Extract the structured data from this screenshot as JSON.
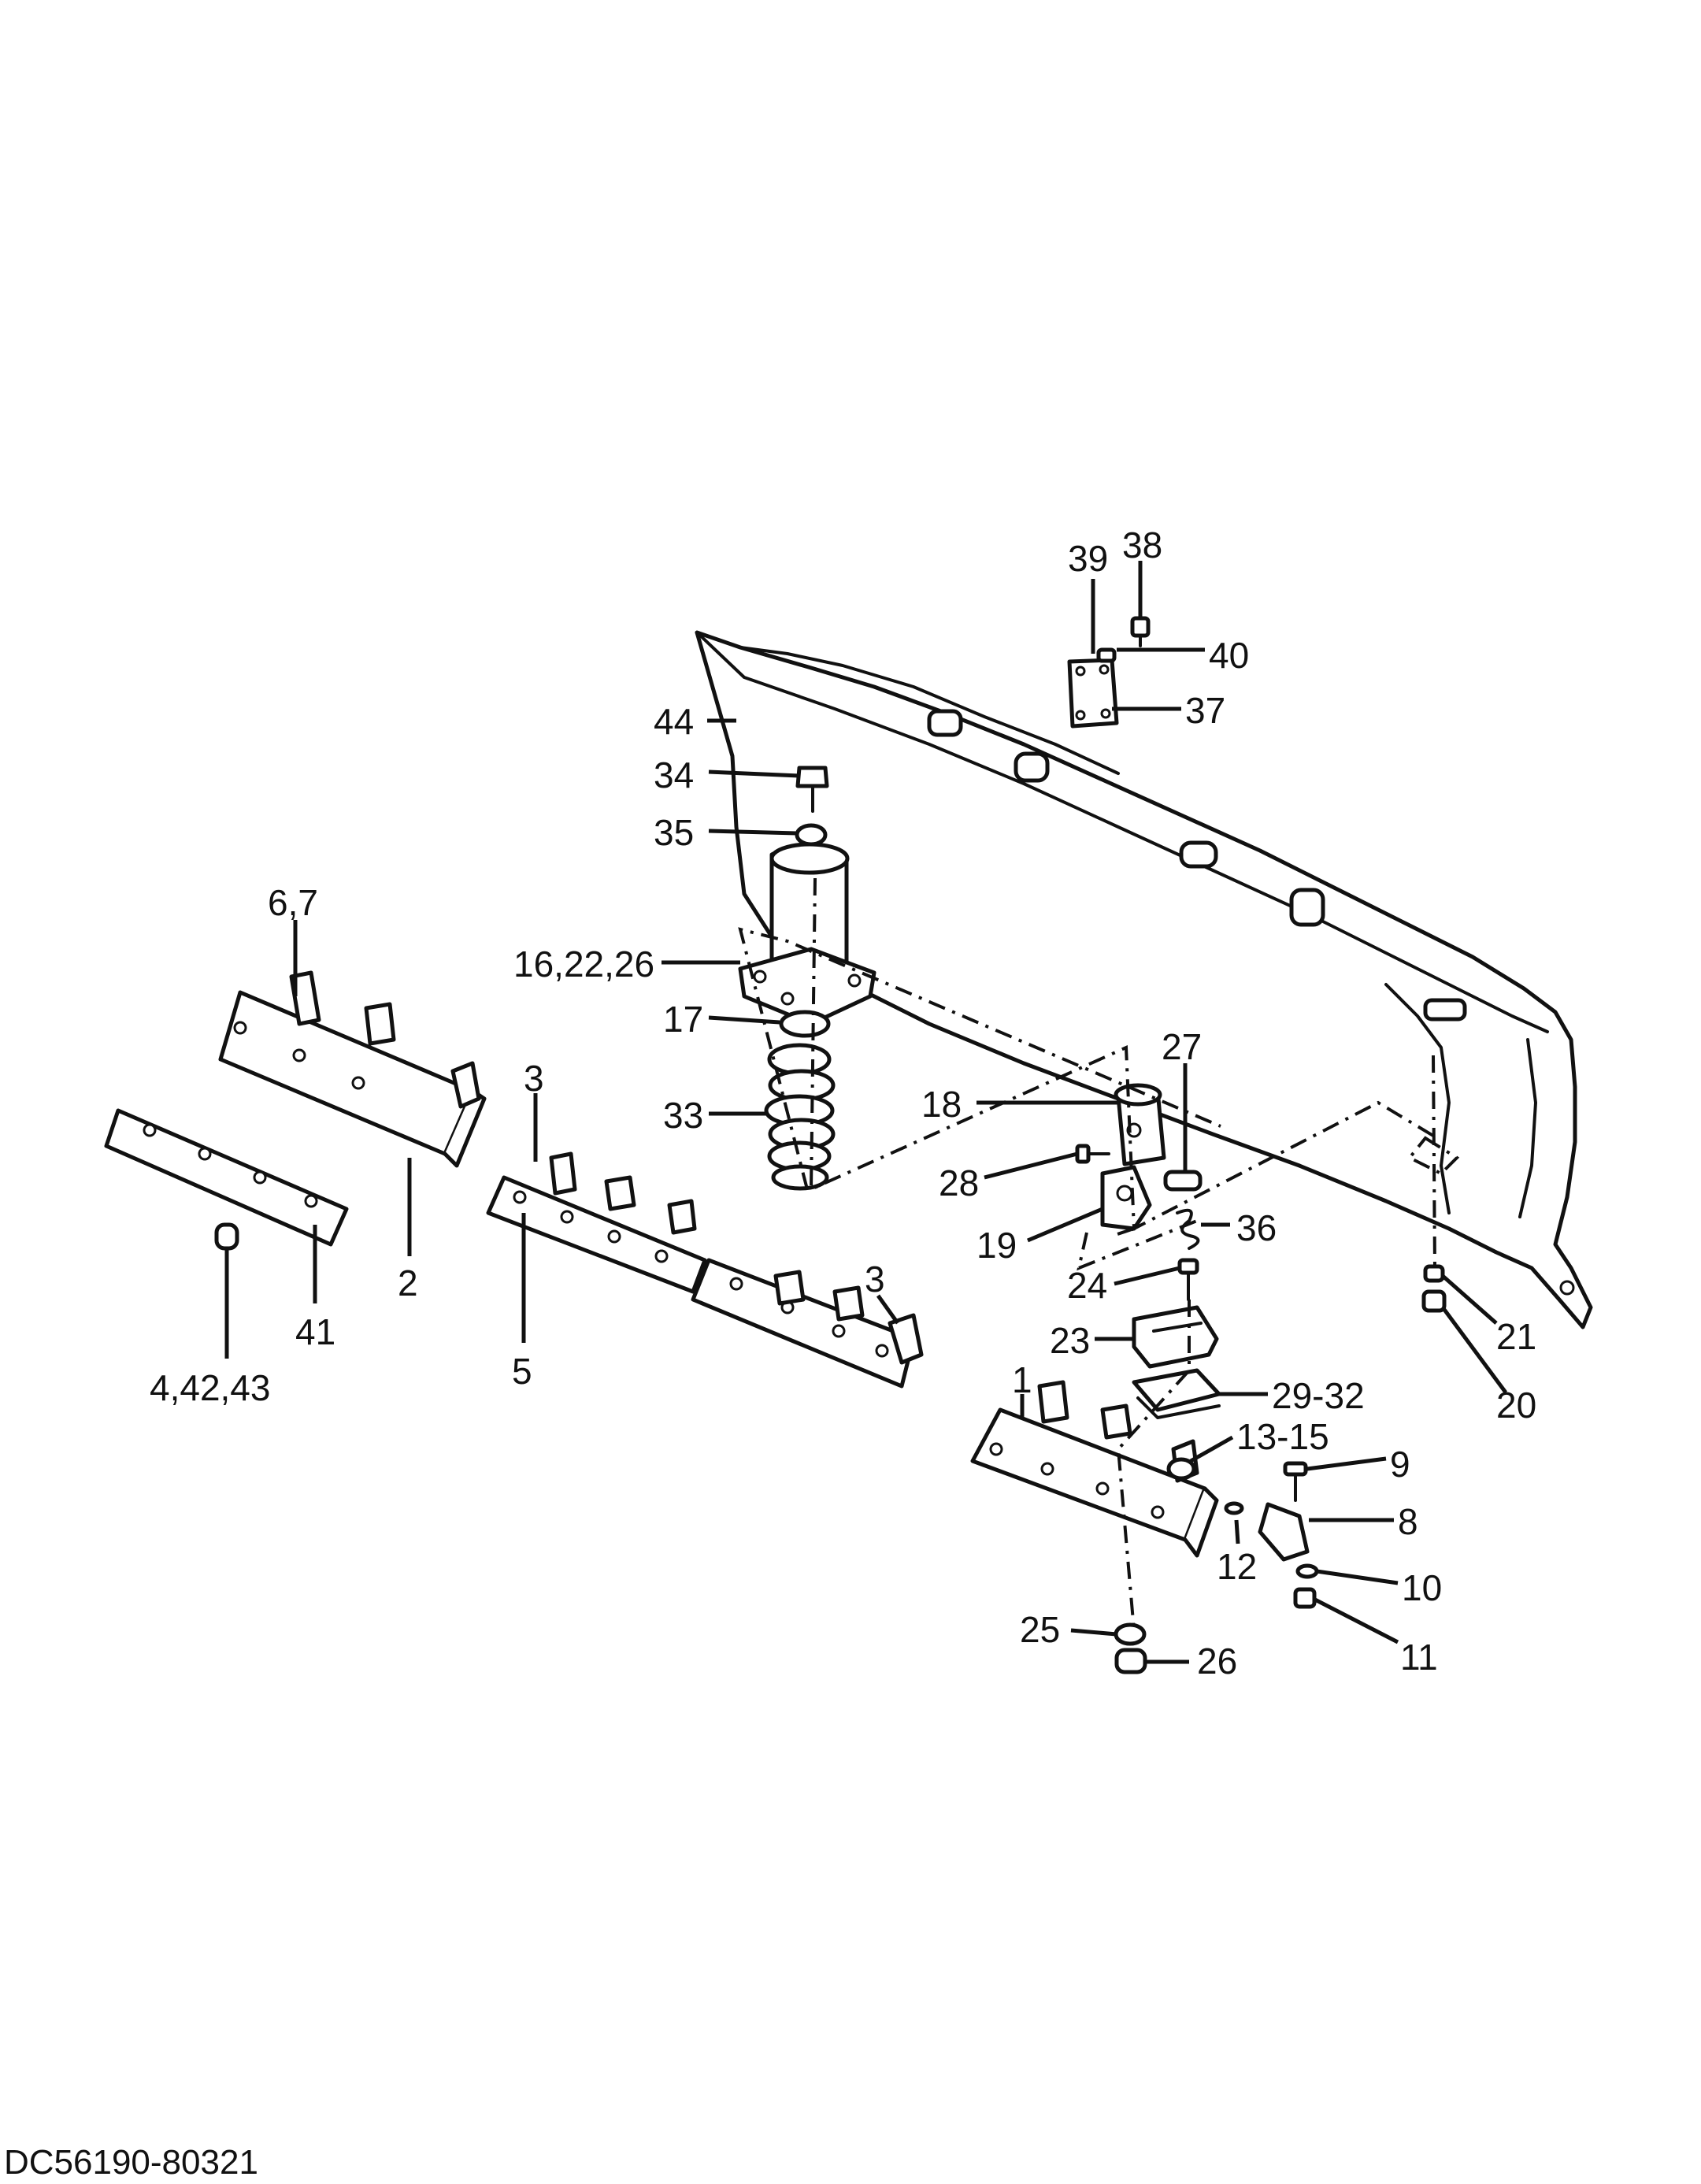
{
  "document_code": "DC56190-80321",
  "callouts": [
    {
      "id": "c38",
      "label": "38"
    },
    {
      "id": "c39",
      "label": "39"
    },
    {
      "id": "c40",
      "label": "40"
    },
    {
      "id": "c37",
      "label": "37"
    },
    {
      "id": "c44",
      "label": "44"
    },
    {
      "id": "c34",
      "label": "34"
    },
    {
      "id": "c35",
      "label": "35"
    },
    {
      "id": "c67",
      "label": "6,7"
    },
    {
      "id": "c162226",
      "label": "16,22,26"
    },
    {
      "id": "c17",
      "label": "17"
    },
    {
      "id": "c27",
      "label": "27"
    },
    {
      "id": "c18",
      "label": "18"
    },
    {
      "id": "c33",
      "label": "33"
    },
    {
      "id": "c3a",
      "label": "3"
    },
    {
      "id": "c28",
      "label": "28"
    },
    {
      "id": "c36",
      "label": "36"
    },
    {
      "id": "c19",
      "label": "19"
    },
    {
      "id": "c2",
      "label": "2"
    },
    {
      "id": "c41",
      "label": "41"
    },
    {
      "id": "c3b",
      "label": "3"
    },
    {
      "id": "c24",
      "label": "24"
    },
    {
      "id": "c21",
      "label": "21"
    },
    {
      "id": "c23",
      "label": "23"
    },
    {
      "id": "c444243",
      "label": "4,42,43"
    },
    {
      "id": "c5",
      "label": "5"
    },
    {
      "id": "c20",
      "label": "20"
    },
    {
      "id": "c1",
      "label": "1"
    },
    {
      "id": "c2932",
      "label": "29-32"
    },
    {
      "id": "c1315",
      "label": "13-15"
    },
    {
      "id": "c9",
      "label": "9"
    },
    {
      "id": "c8",
      "label": "8"
    },
    {
      "id": "c12",
      "label": "12"
    },
    {
      "id": "c10",
      "label": "10"
    },
    {
      "id": "c25",
      "label": "25"
    },
    {
      "id": "c26",
      "label": "26"
    },
    {
      "id": "c11",
      "label": "11"
    }
  ]
}
